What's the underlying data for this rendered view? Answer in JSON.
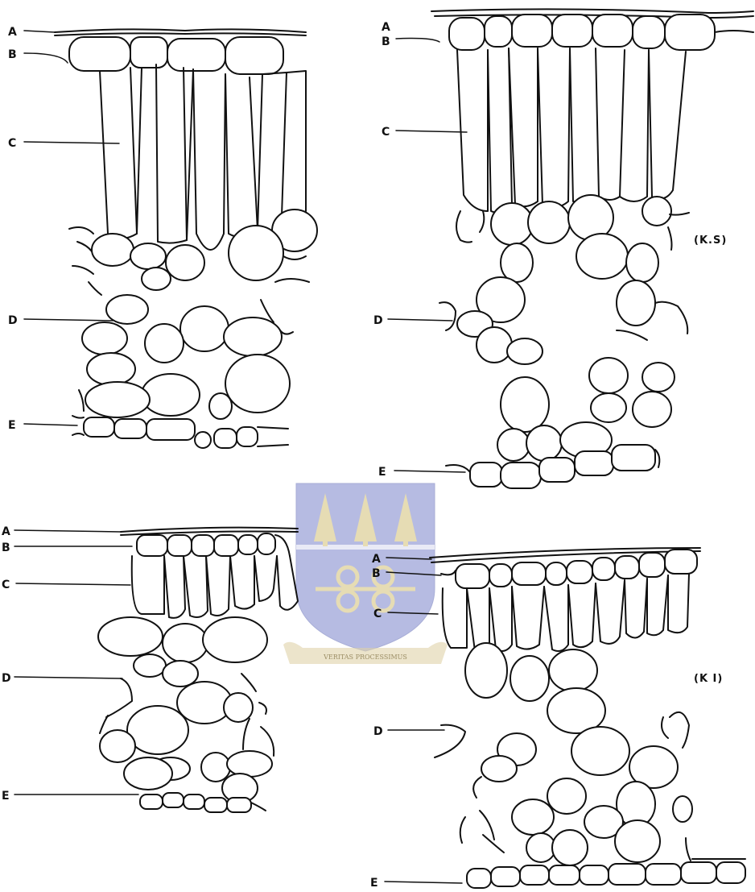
{
  "diagram": {
    "panels": [
      {
        "id": "top-left",
        "labels": [
          "A",
          "B",
          "C",
          "D",
          "E"
        ]
      },
      {
        "id": "top-right",
        "labels": [
          "A",
          "B",
          "C",
          "D",
          "E"
        ],
        "tag": "(K.S)"
      },
      {
        "id": "bottom-left",
        "labels": [
          "A",
          "B",
          "C",
          "D",
          "E"
        ]
      },
      {
        "id": "bottom-right",
        "labels": [
          "A",
          "B",
          "C",
          "D",
          "E"
        ],
        "tag": "(K I)"
      }
    ],
    "watermark": {
      "motto": "VERITAS PROCESSIMUS"
    }
  },
  "colors": {
    "ink": "#111111",
    "watermark_blue": "#aab0de",
    "watermark_gold": "#d8c99a"
  }
}
